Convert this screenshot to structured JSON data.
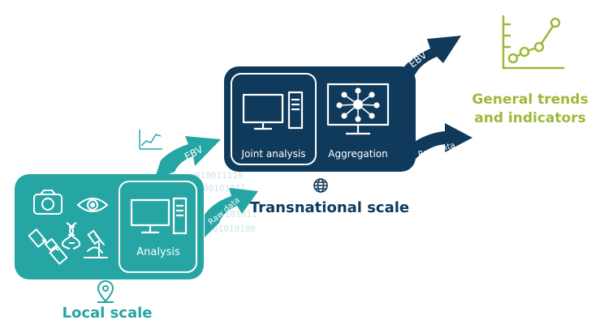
{
  "local": {
    "caption": "Local scale",
    "analysis_label": "Analysis",
    "icons": [
      "camera-icon",
      "eye-icon",
      "dna-icon",
      "satellite-icon",
      "microscope-icon",
      "computer-icon"
    ],
    "color": "#26a5a5"
  },
  "transnational": {
    "caption": "Transnational scale",
    "joint_label": "Joint analysis",
    "aggregation_label": "Aggregation",
    "icons": [
      "globe-icon",
      "computer-icon",
      "network-monitor-icon"
    ],
    "color": "#0f3a5c"
  },
  "arrows": {
    "local_ebv": "EBV",
    "local_raw": "Raw data",
    "trans_ebv": "EBV",
    "trans_raw": "Raw data"
  },
  "binary_text": [
    "010011110",
    "00101011",
    "01011",
    "0101011",
    "01010100"
  ],
  "output": {
    "line1": "General trends",
    "line2": "and indicators",
    "color": "#9cb93a",
    "icon": "line-chart-icon"
  },
  "small_chart_icon": "trend-chart-icon",
  "location_icon": "location-pin-icon"
}
